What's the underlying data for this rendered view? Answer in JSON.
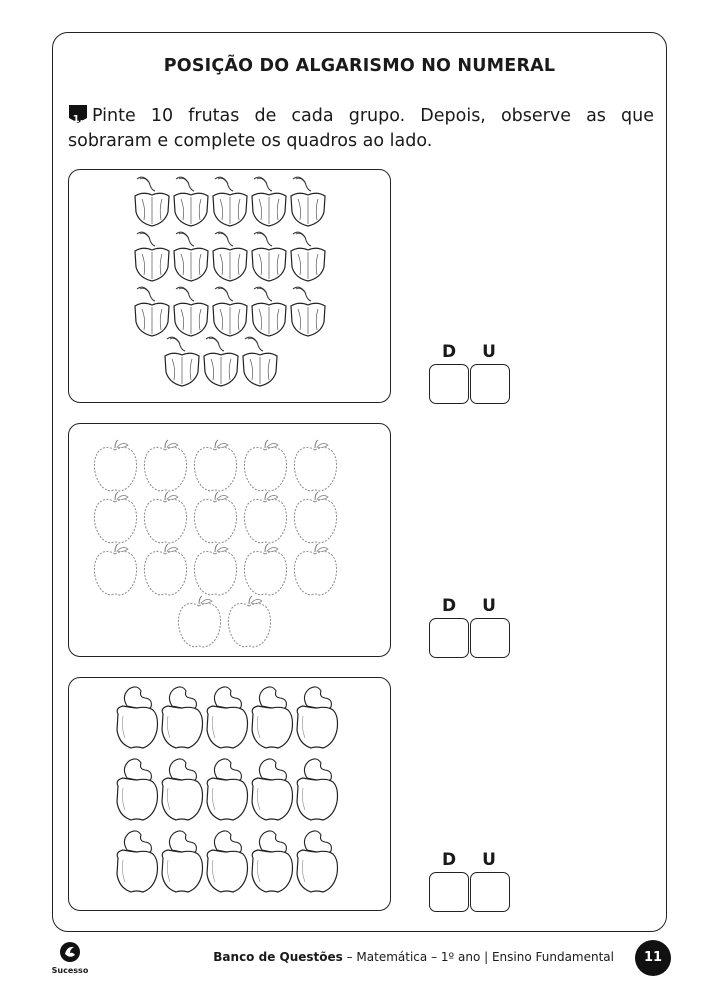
{
  "title": "POSIÇÃO DO ALGARISMO NO NUMERAL",
  "question": {
    "number": "1.",
    "text": "Pinte 10 frutas de cada grupo. Depois, observe as que sobraram e complete os quadros ao lado."
  },
  "groups": [
    {
      "fruit": "caju",
      "count": 18,
      "rows": [
        5,
        5,
        5,
        3
      ],
      "decimal_label": "D",
      "units_label": "U"
    },
    {
      "fruit": "maçã",
      "count": 17,
      "rows": [
        5,
        5,
        5,
        2
      ],
      "decimal_label": "D",
      "units_label": "U"
    },
    {
      "fruit": "caju",
      "count": 15,
      "rows": [
        5,
        5,
        5
      ],
      "decimal_label": "D",
      "units_label": "U"
    }
  ],
  "footer": {
    "logo_text": "Sucesso",
    "book": "Banco de Questões",
    "details": " – Matemática – 1º ano | Ensino Fundamental",
    "page": "11"
  }
}
